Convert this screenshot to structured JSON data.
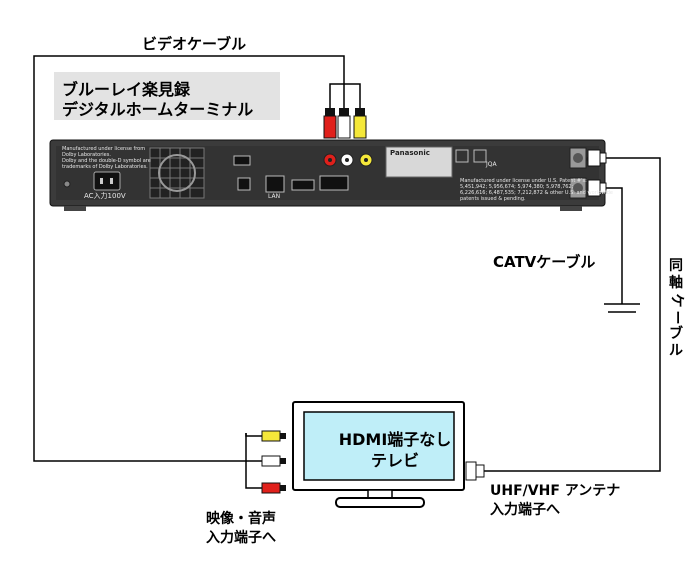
{
  "labels": {
    "video_cable": "ビデオケーブル",
    "catv_cable": "CATVケーブル",
    "coax_cable_vertical": [
      "同",
      "軸",
      "ケ",
      "ー",
      "ブ",
      "ル"
    ],
    "uhf_terminal": [
      "UHF/VHF アンテナ",
      "入力端子へ"
    ],
    "av_input_terminal": [
      "映像・音声",
      "入力端子へ"
    ]
  },
  "recorder": {
    "title_lines": [
      "ブルーレイ楽見録",
      "デジタルホームターミナル"
    ],
    "ac_label": "AC入力100V",
    "lan_label": "LAN",
    "brand": "Panasonic",
    "license_left": [
      "Manufactured under license from",
      "Dolby Laboratories.",
      "Dolby and the double-D symbol are",
      "trademarks of Dolby Laboratories."
    ],
    "license_right": [
      "Manufactured under license under U.S. Patent #'s:",
      "5,451,942; 5,956,674; 5,974,380; 5,978,762;",
      "6,226,616; 6,487,535; 7,212,872 & other U.S. and worldwide",
      "patents issued & pending."
    ],
    "jqa_label": "JQA"
  },
  "tv": {
    "text_lines": [
      "HDMI端子なし",
      "テレビ"
    ]
  },
  "colors": {
    "recorder_body": "#3a3a3a",
    "recorder_panel": "#2b2b2b",
    "tv_screen": "#bfeef8",
    "rca_red": "#e0201b",
    "rca_white": "#ffffff",
    "rca_yellow": "#f5e83a",
    "title_box": "#e3e3e3"
  }
}
